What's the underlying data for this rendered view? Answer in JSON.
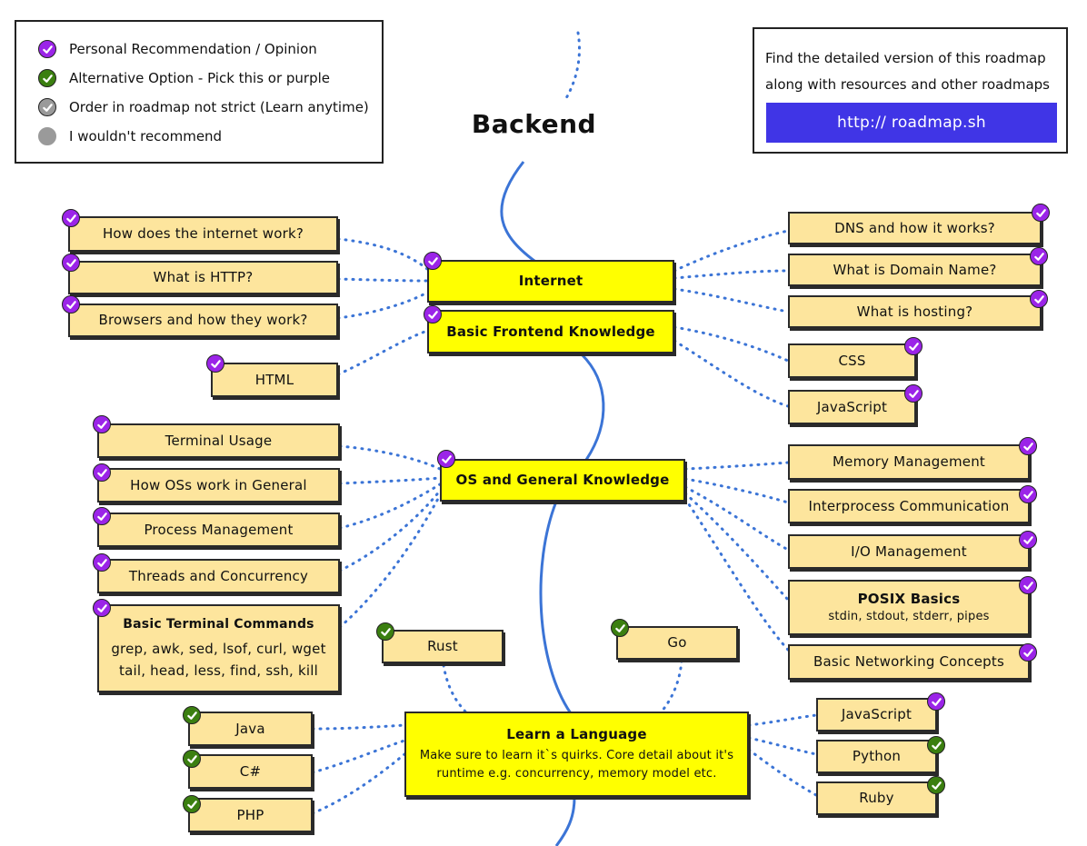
{
  "title": "Backend",
  "legend": [
    {
      "label": "Personal Recommendation / Opinion",
      "kind": "purple"
    },
    {
      "label": "Alternative Option - Pick this or purple",
      "kind": "green"
    },
    {
      "label": "Order in roadmap not strict (Learn anytime)",
      "kind": "gray"
    },
    {
      "label": "I wouldn't recommend",
      "kind": "solid-gray"
    }
  ],
  "info": {
    "line1": "Find the detailed version of this roadmap",
    "line2": "along with resources and other roadmaps",
    "link": "http:// roadmap.sh"
  },
  "nodes": {
    "internet": "Internet",
    "frontend": "Basic Frontend Knowledge",
    "os": "OS and General Knowledge",
    "language_title": "Learn a Language",
    "language_sub1": "Make sure to learn it`s quirks. Core detail about it's",
    "language_sub2": "runtime e.g. concurrency, memory model etc.",
    "how_internet": "How does the internet work?",
    "http": "What is HTTP?",
    "browsers": "Browsers and how they work?",
    "dns": "DNS and how it works?",
    "domain": "What is Domain Name?",
    "hosting": "What is hosting?",
    "html": "HTML",
    "css": "CSS",
    "js_front": "JavaScript",
    "terminal": "Terminal Usage",
    "how_os": "How OSs work in General",
    "process": "Process Management",
    "threads": "Threads and Concurrency",
    "commands_title": "Basic Terminal Commands",
    "commands_1": "grep, awk, sed, lsof, curl, wget",
    "commands_2": "tail, head, less, find, ssh, kill",
    "memory": "Memory Management",
    "ipc": "Interprocess Communication",
    "io": "I/O Management",
    "posix_title": "POSIX Basics",
    "posix_sub": "stdin, stdout, stderr, pipes",
    "networking": "Basic Networking Concepts",
    "rust": "Rust",
    "go": "Go",
    "java": "Java",
    "csharp": "C#",
    "php": "PHP",
    "js_lang": "JavaScript",
    "python": "Python",
    "ruby": "Ruby"
  },
  "colors": {
    "main_node": "#ffff00",
    "sub_node": "#fde59d",
    "purple_check": "#9b24e8",
    "green_check": "#3b7f10",
    "gray_check": "#9a9a9a",
    "connector": "#3b74d6",
    "link_button": "#4035e6"
  }
}
